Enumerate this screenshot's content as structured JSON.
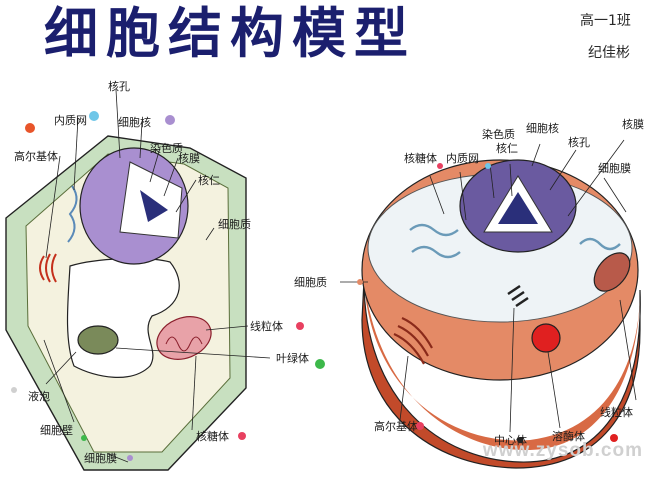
{
  "title": "细胞结构模型",
  "author": {
    "class": "高一1班",
    "name": "纪佳彬"
  },
  "watermark": "www.zysob.com",
  "plant_labels": {
    "golgi": "高尔基体",
    "er": "内质网",
    "nuclear_pore": "核孔",
    "nucleus": "细胞核",
    "chromatin": "染色质",
    "nuclear_membrane": "核膜",
    "nucleolus": "核仁",
    "cytoplasm": "细胞质",
    "mitochondrion": "线粒体",
    "chloroplast": "叶绿体",
    "ribosome": "核糖体",
    "vacuole": "液泡",
    "cell_wall": "细胞壁",
    "cell_membrane": "细胞膜"
  },
  "animal_labels": {
    "ribosome": "核糖体",
    "er": "内质网",
    "chromatin": "染色质",
    "nucleolus": "核仁",
    "nucleus": "细胞核",
    "nuclear_pore": "核孔",
    "nuclear_membrane": "核膜",
    "cell_membrane": "细胞膜",
    "cytoplasm": "细胞质",
    "golgi": "高尔基体",
    "centriole": "中心体",
    "lysosome": "溶酶体",
    "mitochondrion": "线粒体"
  },
  "colors": {
    "title": "#1b1f6e",
    "plant_wall": "#c8e0c0",
    "nucleus": "#a98fd0",
    "animal_cytoplasm": "#e48a66",
    "lysosome": "#e02020"
  }
}
